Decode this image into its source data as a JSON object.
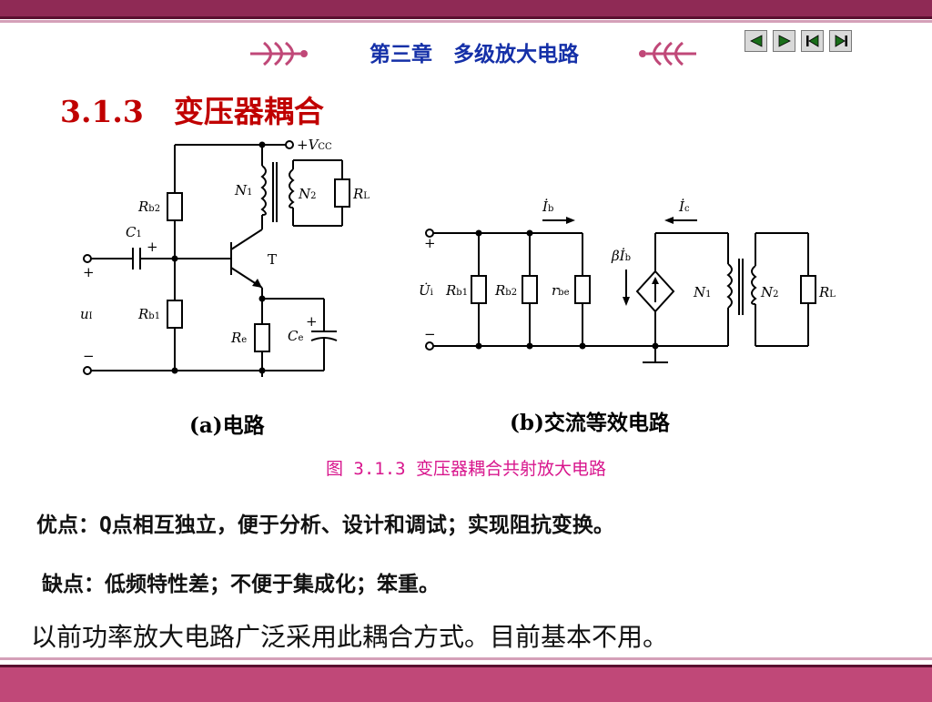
{
  "header": {
    "title": "第三章　多级放大电路"
  },
  "nav": {
    "buttons": [
      "prev-icon",
      "next-icon",
      "first-icon",
      "last-icon"
    ]
  },
  "section": {
    "title": "3.1.3　变压器耦合"
  },
  "figure": {
    "caption": "图 3.1.3  变压器耦合共射放大电路",
    "sub_a": "(a)电路",
    "sub_b": "(b)交流等效电路",
    "labels_a": {
      "vcc": "+V",
      "vcc_sub": "CC",
      "rb2": "R",
      "rb2_sub": "b2",
      "rb1": "R",
      "rb1_sub": "b1",
      "c1": "C",
      "c1_sub": "1",
      "plus": "+",
      "minus": "−",
      "ui": "u",
      "ui_sub": "I",
      "n1": "N",
      "n1_sub": "1",
      "n2": "N",
      "n2_sub": "2",
      "rl": "R",
      "rl_sub": "L",
      "t": "T",
      "re": "R",
      "re_sub": "e",
      "ce": "C",
      "ce_sub": "e"
    },
    "labels_b": {
      "ib": "İ",
      "ib_sub": "b",
      "ic": "İ",
      "ic_sub": "c",
      "ui": "U̇",
      "ui_sub": "i",
      "rb1": "R",
      "rb1_sub": "b1",
      "rb2": "R",
      "rb2_sub": "b2",
      "rbe": "r",
      "rbe_sub": "be",
      "beta_ib": "βİ",
      "beta_sub": "b",
      "n1": "N",
      "n1_sub": "1",
      "n2": "N",
      "n2_sub": "2",
      "rl": "R",
      "rl_sub": "L",
      "plus": "+",
      "minus": "−"
    }
  },
  "body": {
    "pros": "优点：Q点相互独立，便于分析、设计和调试；实现阻抗变换。",
    "cons": "缺点：低频特性差；不便于集成化；笨重。",
    "note": "以前功率放大电路广泛采用此耦合方式。目前基本不用。"
  },
  "colors": {
    "band": "#8f2a55",
    "title_blue": "#1530a8",
    "section_red": "#c00000",
    "caption_pink": "#d8168d"
  }
}
